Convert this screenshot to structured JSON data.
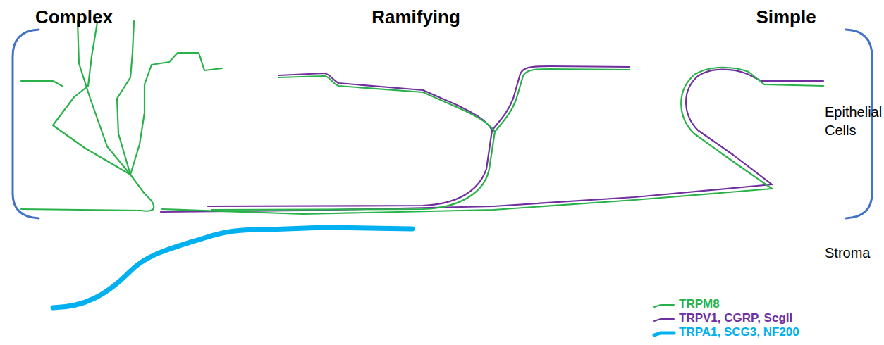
{
  "diagram": {
    "labels": [
      "Complex",
      "Ramifying",
      "Simple",
      "Epithelial Cells",
      "Stroma"
    ],
    "legend": [
      {
        "text": "TRPM8"
      },
      {
        "text": "TRPV1, CGRP, ScgII"
      },
      {
        "text": "TRPA1, SCG3, NF200"
      }
    ]
  }
}
